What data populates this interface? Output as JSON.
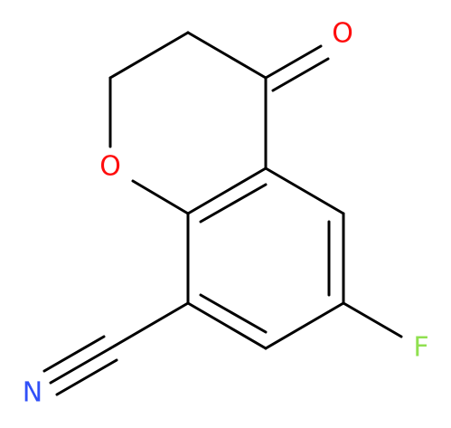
{
  "molecule": {
    "atoms": {
      "carbonyl_oxygen": {
        "label": "O",
        "color": "#ff0d0d"
      },
      "ring_oxygen": {
        "label": "O",
        "color": "#ff0d0d"
      },
      "fluorine": {
        "label": "F",
        "color": "#90e050"
      },
      "nitrile_nitrogen": {
        "label": "N",
        "color": "#3050f8"
      }
    },
    "bond_color": "#000000"
  }
}
